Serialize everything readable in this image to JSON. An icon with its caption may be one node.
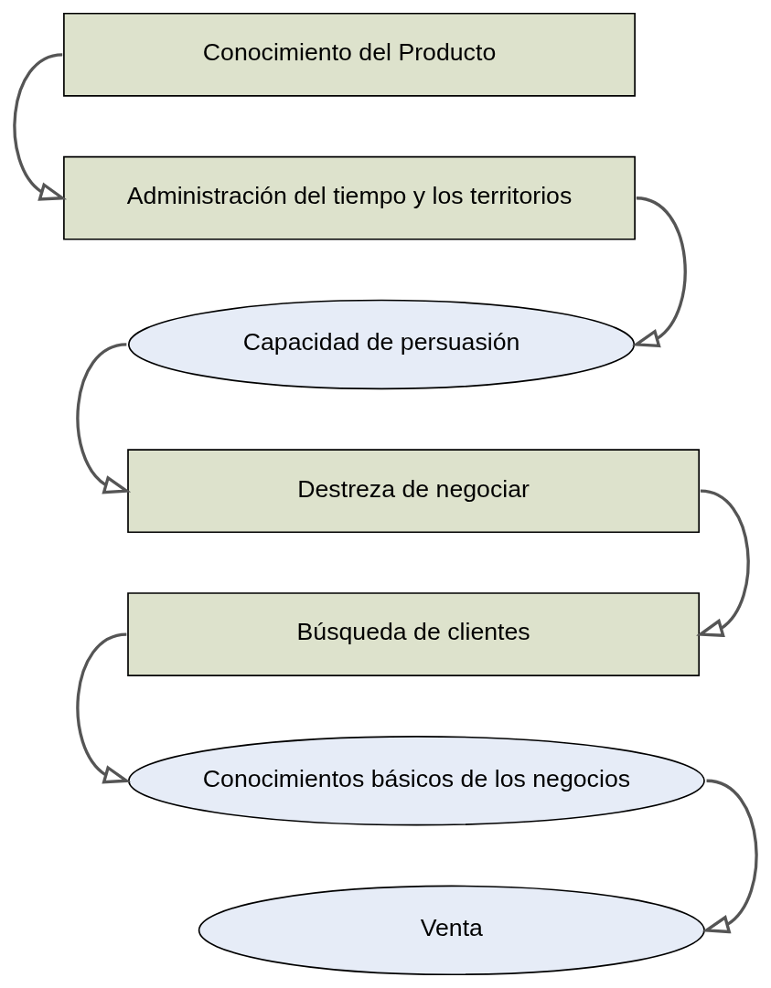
{
  "diagram": {
    "nodes": [
      {
        "text": [
          "Conocimiento del Producto"
        ]
      },
      {
        "text": [
          "Administración del tiempo y los territorios"
        ]
      },
      {
        "text": [
          "Capacidad de persuasión"
        ]
      },
      {
        "text": [
          "Destreza de negociar"
        ]
      },
      {
        "text": [
          "Búsqueda de clientes"
        ]
      },
      {
        "text": [
          "Conocimientos básicos de los negocios"
        ]
      },
      {
        "text": [
          "Venta"
        ]
      }
    ],
    "edges": [
      {
        "from": 0,
        "to": 1,
        "arrow": "to"
      },
      {
        "from": 1,
        "to": 2,
        "arrow": "to"
      },
      {
        "from": 2,
        "to": 3,
        "arrow": "to"
      },
      {
        "from": 3,
        "to": 4,
        "arrow": "to"
      },
      {
        "from": 4,
        "to": 5,
        "arrow": "to"
      },
      {
        "from": 5,
        "to": 6,
        "arrow": "to"
      }
    ]
  }
}
